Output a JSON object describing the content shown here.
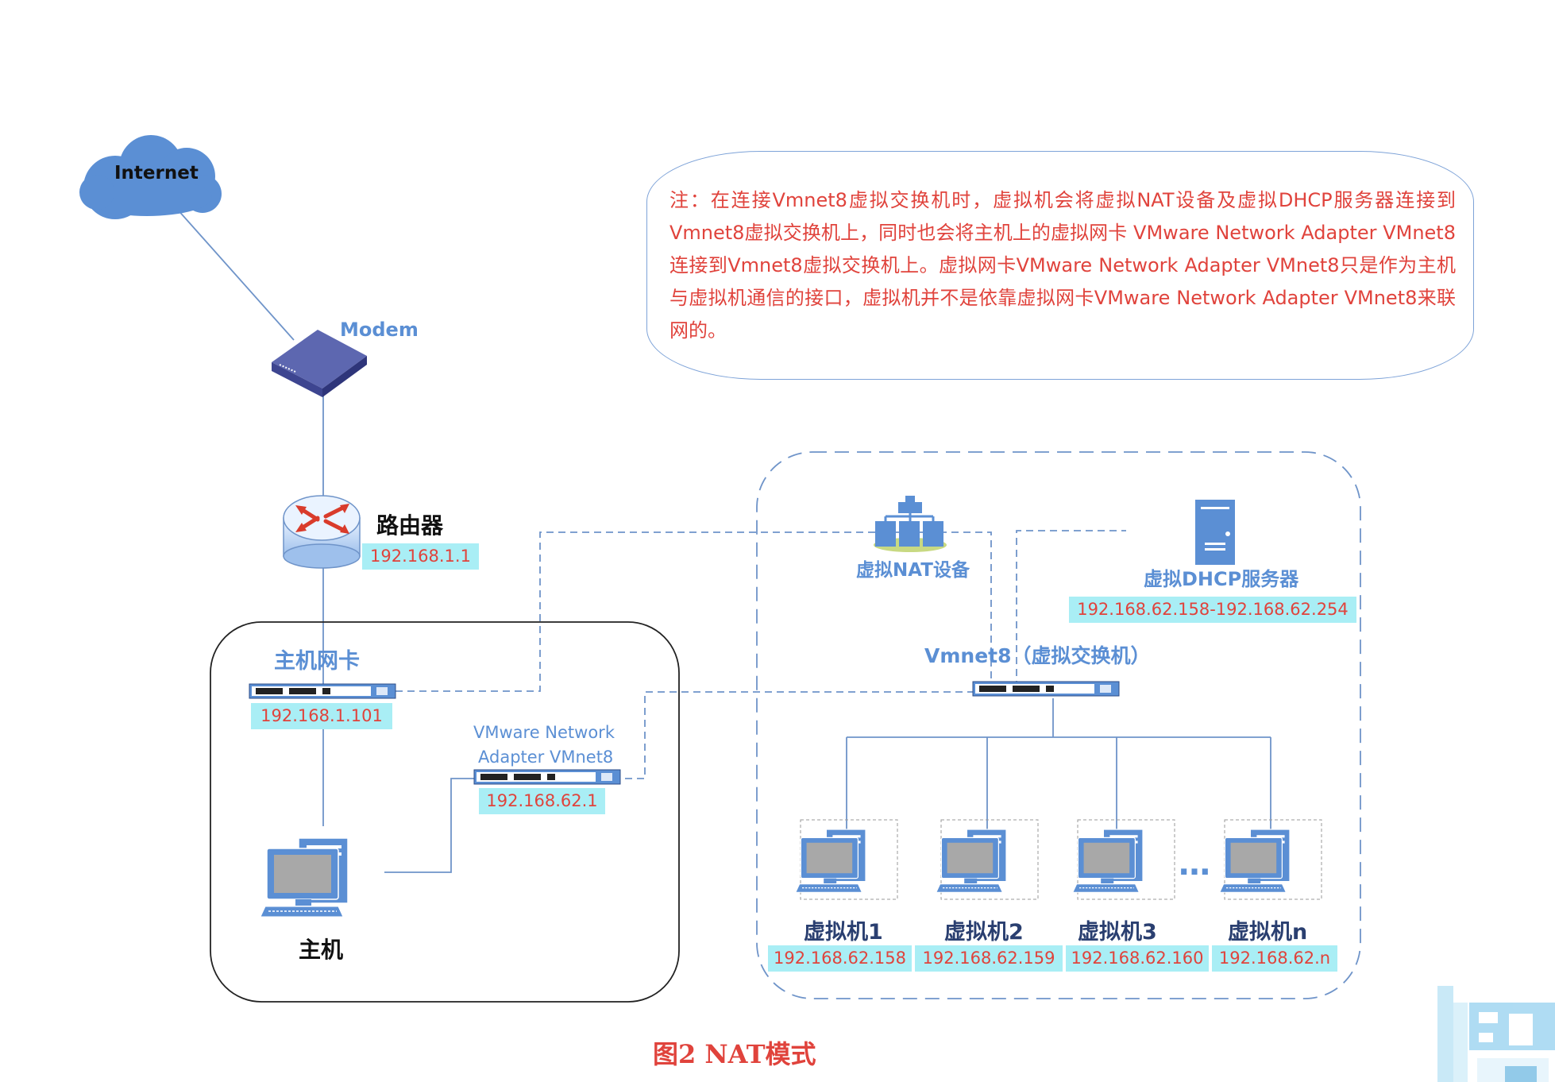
{
  "labels": {
    "internet": "Internet",
    "modem": "Modem",
    "router": "路由器",
    "router_ip": "192.168.1.1",
    "host_nic": "主机网卡",
    "host_nic_ip": "192.168.1.101",
    "vmnet8_adapter_line1": "VMware Network",
    "vmnet8_adapter_line2": "Adapter VMnet8",
    "vmnet8_adapter_ip": "192.168.62.1",
    "host": "主机",
    "nat_device": "虚拟NAT设备",
    "dhcp_server": "虚拟DHCP服务器",
    "dhcp_range": "192.168.62.158-192.168.62.254",
    "switch": "Vmnet8（虚拟交换机）",
    "ellipsis": "…"
  },
  "vms": [
    {
      "name": "虚拟机1",
      "ip": "192.168.62.158"
    },
    {
      "name": "虚拟机2",
      "ip": "192.168.62.159"
    },
    {
      "name": "虚拟机3",
      "ip": "192.168.62.160"
    },
    {
      "name": "虚拟机n",
      "ip": "192.168.62.n"
    }
  ],
  "note": "注：在连接Vmnet8虚拟交换机时，虚拟机会将虚拟NAT设备及虚拟DHCP服务器连接到Vmnet8虚拟交换机上，同时也会将主机上的虚拟网卡 VMware Network Adapter VMnet8连接到Vmnet8虚拟交换机上。虚拟网卡VMware Network Adapter VMnet8只是作为主机与虚拟机通信的接口，虚拟机并不是依靠虚拟网卡VMware Network Adapter VMnet8来联网的。",
  "caption": "图2  NAT模式",
  "colors": {
    "line": "#6f94c9",
    "label_blue": "#5b8fd4",
    "ip_bg": "#a9eef5",
    "ip_text": "#e0433c",
    "note_text": "#e0433c",
    "cloud": "#5b8fd4",
    "device": "#4a5aa0"
  }
}
